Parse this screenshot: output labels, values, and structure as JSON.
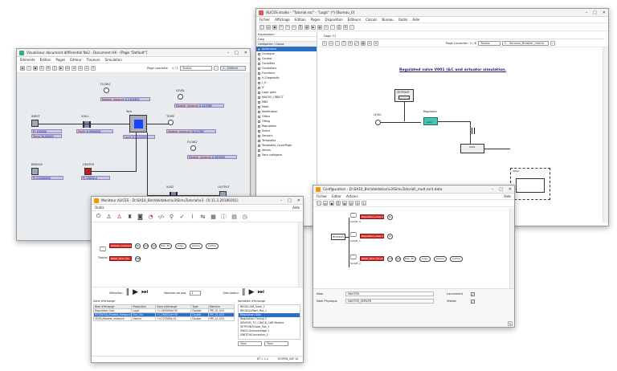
{
  "colors": {
    "accent": "#2b6fc7",
    "error_block": "#d9322c",
    "value_box": "#c9c9e8",
    "selected_row": "#2b6fc7"
  },
  "w1": {
    "title": "ALICES.studio - \"Tutorial.ssc\" - \"Logic\" (*) [Bureau_0]",
    "menu": [
      "Fichier",
      "Affichage",
      "Edition",
      "Pages",
      "Disposition",
      "Éditeurs",
      "Calculs",
      "Bureau",
      "Outils",
      "Aide"
    ],
    "explorer_title": "Explorateur",
    "explorer_subtitle": "Diag",
    "tree_title": "Catégories / Classe",
    "tree": [
      "Actionneur",
      "Consigne",
      "Control",
      "Contrôles",
      "Controllers",
      "Functions",
      "H_Diagnostic",
      "I_O",
      "IF",
      "Logic gate",
      "MACRO_OBJECT",
      "MBS",
      "Math",
      "Notification",
      "Offers",
      "Offsig",
      "Regulation",
      "Select",
      "Sensors",
      "Templates",
      "Templates_CoverPage",
      "Valves",
      "Sans catégorie"
    ],
    "tab": "Logic (*)",
    "page_label": "Page Courante : 2 / 6",
    "page_select": "Toutes",
    "sheet_select": "2 - Sensors_Breaker_Interlo",
    "diagram_title": "Regulated valve V001 (&C and actuator simulation.",
    "setpoint": "SETPOINT",
    "level": "LEVEL",
    "regulation": "Regulation",
    "gain": "Gain",
    "v001": "V001",
    "v002": "V002"
  },
  "w2": {
    "title": "Visualiseur document différentiel No2 - Document HX - [Page \"Default\"]",
    "menu": [
      "Éléments",
      "Édition",
      "Pages",
      "Éditeur",
      "Traceurs",
      "Simulation"
    ],
    "page_label": "Page courante",
    "page_value": "1 / 1",
    "page_select": "Toutes",
    "doc_select": "1 - Default",
    "flow1": "FLOW1",
    "level": "LEVEL",
    "temp": "TEMP",
    "flow2": "FLOW2",
    "input": "INPUT",
    "bridge": "BRIDGE",
    "heater": "HEATER",
    "output": "OUTPUT",
    "v001": "V001",
    "v002": "V002",
    "tank": "Tank",
    "flow1_val": "0.2104621",
    "level_val": "0.442989",
    "temp_val": "20.01389",
    "flow2_val": "0.485849",
    "pos1": "0.9990000",
    "pos2": "1.000000",
    "level_lbl": "Level",
    "level_num": "0.4125589",
    "input_p": "100000",
    "input_t": "20.00000",
    "output_p": "100000",
    "output_t": "20.00000",
    "bridge_val": "0.0000000",
    "heater_val": "10000.0",
    "measure_key": "Modele_measure",
    "pos_key": "PosPu",
    "p_key": "Pr",
    "t_key": "Temp",
    "pos_key2": "PosPu"
  },
  "w3": {
    "title": "Moniteur ALICES - D:\\SA10_Bin\\Validation\\v3\\SimuTutorial\\v3 - [0.11.2.20180201]",
    "aide": "Aide",
    "outils": "Outils",
    "tutorial": "Tutorial",
    "blocks": {
      "reg": "Modele_measure",
      "read": "READ_DOC_Mo",
      "elec": "Elec_Elo",
      "logic": "Logic",
      "hachur": "Hachur",
      "cartes": "Cartes",
      "csl": "CSL",
      "rac": "RAC",
      "rc": "RC",
      "rnm": "RNM"
    },
    "selection": "Sélection",
    "steps_label": "Nombre de pas",
    "steps_value": "1",
    "simulator": "Simulateur",
    "zone_title": "Zone d'échange",
    "table_head": [
      "Nom d'échange",
      "Production",
      "Zone d'échange",
      "Type",
      "Machine"
    ],
    "table_rows": [
      [
        "Regulation Gain",
        "Logic",
        "+1.000000e+00",
        "Double",
        "PPC-21-024"
      ],
      [
        "POTENTIAL/Modele_measure",
        "Elec_Elo",
        "+1.266412e+00",
        "Double",
        "PPC-21-024"
      ],
      [
        "LEVEL/Modele_measure",
        "Hachur",
        "+4.125589e-01",
        "Double",
        "PPC-21-024"
      ]
    ],
    "vars_title": "Variables d'échange",
    "vars": [
      "REG01.AM_Gate_1",
      "REG01/Vfiber_Pos_1",
      "Regulation Gain",
      "Regulation Timing 1",
      "SENSOR_TO_CHECK_CAR Modele",
      "SETPOINT/Gate_Pos_1",
      "SWG2 Acknowledge 1",
      "SWITCH/Connecter_2"
    ],
    "vars_selected": 2,
    "filter1": "Tous",
    "filter2": "Tous",
    "status_left": "DT = 1 s",
    "status_right": "STOPEN_SSP 16"
  },
  "w4": {
    "title": "Configuration - D:\\SA10_Bin\\Validation\\v3\\SimuTutorial\\_mult.ssr3.data",
    "menu": [
      "Fichier",
      "Editer",
      "Actions"
    ],
    "aide": "Aide",
    "bureau": "Bureau0",
    "slave1": "SLAVE_0",
    "slave2": "SLAVE_1",
    "slave3": "SLAVE_2",
    "rows": [
      {
        "red": "Regulation_Gain exe",
        "node": "RC"
      },
      {
        "red": "Regulation_Gain exe",
        "node": "RI"
      },
      {
        "red": "READ_DOC_Mo exe",
        "n1": "CSL",
        "n2": "RAC",
        "e1": "Elec_Elo",
        "e2": "Logic",
        "e3": "Hachur",
        "e4": "Cartes"
      }
    ],
    "nom_label": "Nom",
    "nom_value": "MASTER",
    "nomphys_label": "Nom Physique",
    "nomphys_value": "MASTER_SERVER",
    "lancement": "Lancement",
    "visible": "Visible",
    "check1": "✓",
    "check2": "✓"
  }
}
